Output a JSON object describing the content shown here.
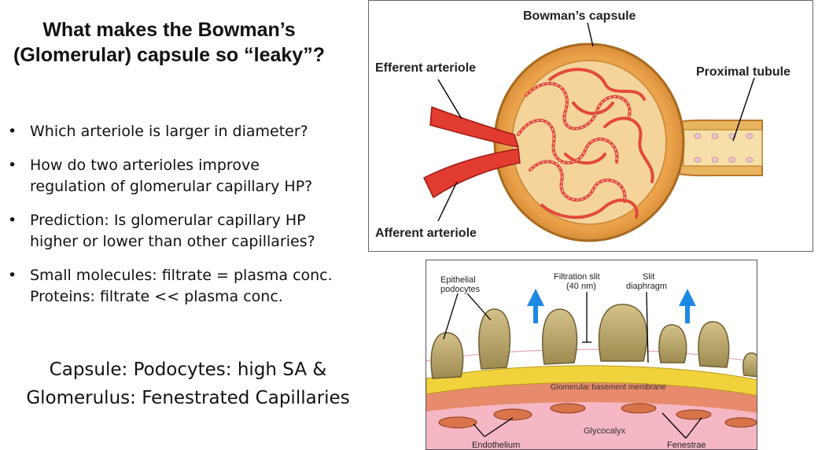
{
  "title": {
    "line1": "What makes the Bowman’s",
    "line2": "(Glomerular) capsule so “leaky”?"
  },
  "bullets": [
    {
      "line1": "Which arteriole is larger in diameter?",
      "line2": ""
    },
    {
      "line1": "How do two arterioles improve",
      "line2": "regulation of glomerular capillary HP?"
    },
    {
      "line1": "Prediction: Is glomerular capillary HP",
      "line2": "higher or lower than other capillaries?"
    },
    {
      "line1": "Small molecules: filtrate = plasma conc.",
      "line2": "Proteins: filtrate << plasma conc."
    }
  ],
  "summary": {
    "line1": "Capsule: Podocytes: high SA &",
    "line2": "Glomerulus: Fenestrated Capillaries"
  },
  "figure_top": {
    "labels": {
      "bowman": "Bowman’s capsule",
      "efferent": "Efferent arteriole",
      "proximal": "Proximal tubule",
      "afferent": "Afferent arteriole"
    },
    "colors": {
      "capsule": "#e9a64a",
      "capillary": "#e24a3a",
      "tubule": "#f3d79c"
    }
  },
  "figure_bottom": {
    "labels": {
      "epithelial_1": "Epithelial",
      "epithelial_2": "podocytes",
      "slit_1": "Filtration slit",
      "slit_2": "(40 nm)",
      "diaphragm_1": "Slit",
      "diaphragm_2": "diaphragm",
      "gbm": "Glomerular basement membrane",
      "glycocalyx": "Glycocalyx",
      "endothelium": "Endothelium",
      "fenestrae": "Fenestrae"
    },
    "colors": {
      "podocyte": "#b8a46a",
      "membrane": "#f2d23c",
      "endothelium": "#e98a6a",
      "arrow": "#1e88e5"
    }
  }
}
